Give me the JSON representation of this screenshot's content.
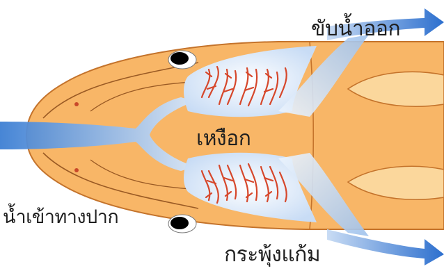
{
  "labels": {
    "water_out": "ขับน้ำออก",
    "gills": "เหงือก",
    "water_in_mouth": "น้ำเข้าทางปาก",
    "cheek_pouch": "กระพุ้งแก้ม"
  },
  "colors": {
    "fish_body": "#f8b667",
    "fish_outline": "#c4732b",
    "fish_light": "#fbd79c",
    "water": "#4a8bd8",
    "water_light": "#e8f1fb",
    "gill_filament": "#d6472b",
    "eye": "#000000",
    "text": "#1f1f1f"
  }
}
